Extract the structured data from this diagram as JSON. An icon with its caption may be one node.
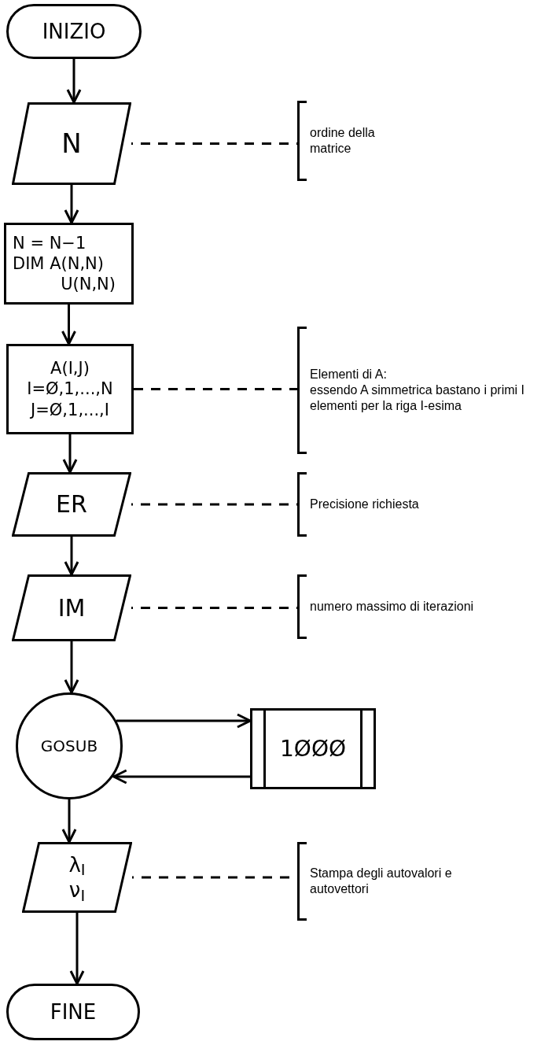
{
  "diagram": {
    "nodes": [
      {
        "text": [
          "INIZIO"
        ]
      },
      {
        "text": [
          "N"
        ]
      },
      {
        "text": [
          "ordine della matrice"
        ]
      },
      {
        "text": [
          "N = N−1",
          "DIM A(N,N)",
          "U(N,N)"
        ]
      },
      {
        "text": [
          "A(I,J)",
          "I=Ø,1,...,N",
          "J=Ø,1,...,I"
        ]
      },
      {
        "text": [
          "Elementi di A:",
          "essendo A simmetrica bastano i primi I elementi per la riga I-esima"
        ]
      },
      {
        "text": [
          "ER"
        ]
      },
      {
        "text": [
          "Precisione richiesta"
        ]
      },
      {
        "text": [
          "IM"
        ]
      },
      {
        "text": [
          "numero massimo di iterazioni"
        ]
      },
      {
        "text": [
          "GOSUB"
        ]
      },
      {
        "text": [
          "1ØØØ"
        ]
      },
      {
        "text": [
          "λ$_{I}$",
          "ν$_{I}$"
        ]
      },
      {
        "text": [
          "Stampa degli autovalori e autovettori"
        ]
      },
      {
        "text": [
          "FINE"
        ]
      }
    ],
    "edges": [
      {
        "from": 0,
        "to": 1,
        "arrow": "to"
      },
      {
        "from": 1,
        "to": 2,
        "arrow": "none",
        "style": "dashed"
      },
      {
        "from": 1,
        "to": 3,
        "arrow": "to"
      },
      {
        "from": 3,
        "to": 4,
        "arrow": "to"
      },
      {
        "from": 4,
        "to": 5,
        "arrow": "none",
        "style": "dashed"
      },
      {
        "from": 4,
        "to": 6,
        "arrow": "to"
      },
      {
        "from": 6,
        "to": 7,
        "arrow": "none",
        "style": "dashed"
      },
      {
        "from": 6,
        "to": 8,
        "arrow": "to"
      },
      {
        "from": 8,
        "to": 9,
        "arrow": "none",
        "style": "dashed"
      },
      {
        "from": 8,
        "to": 10,
        "arrow": "to"
      },
      {
        "from": 10,
        "to": 11,
        "arrow": "to"
      },
      {
        "from": 11,
        "to": 10,
        "arrow": "to"
      },
      {
        "from": 10,
        "to": 12,
        "arrow": "to"
      },
      {
        "from": 12,
        "to": 13,
        "arrow": "none",
        "style": "dashed"
      },
      {
        "from": 12,
        "to": 14,
        "arrow": "to"
      }
    ]
  }
}
